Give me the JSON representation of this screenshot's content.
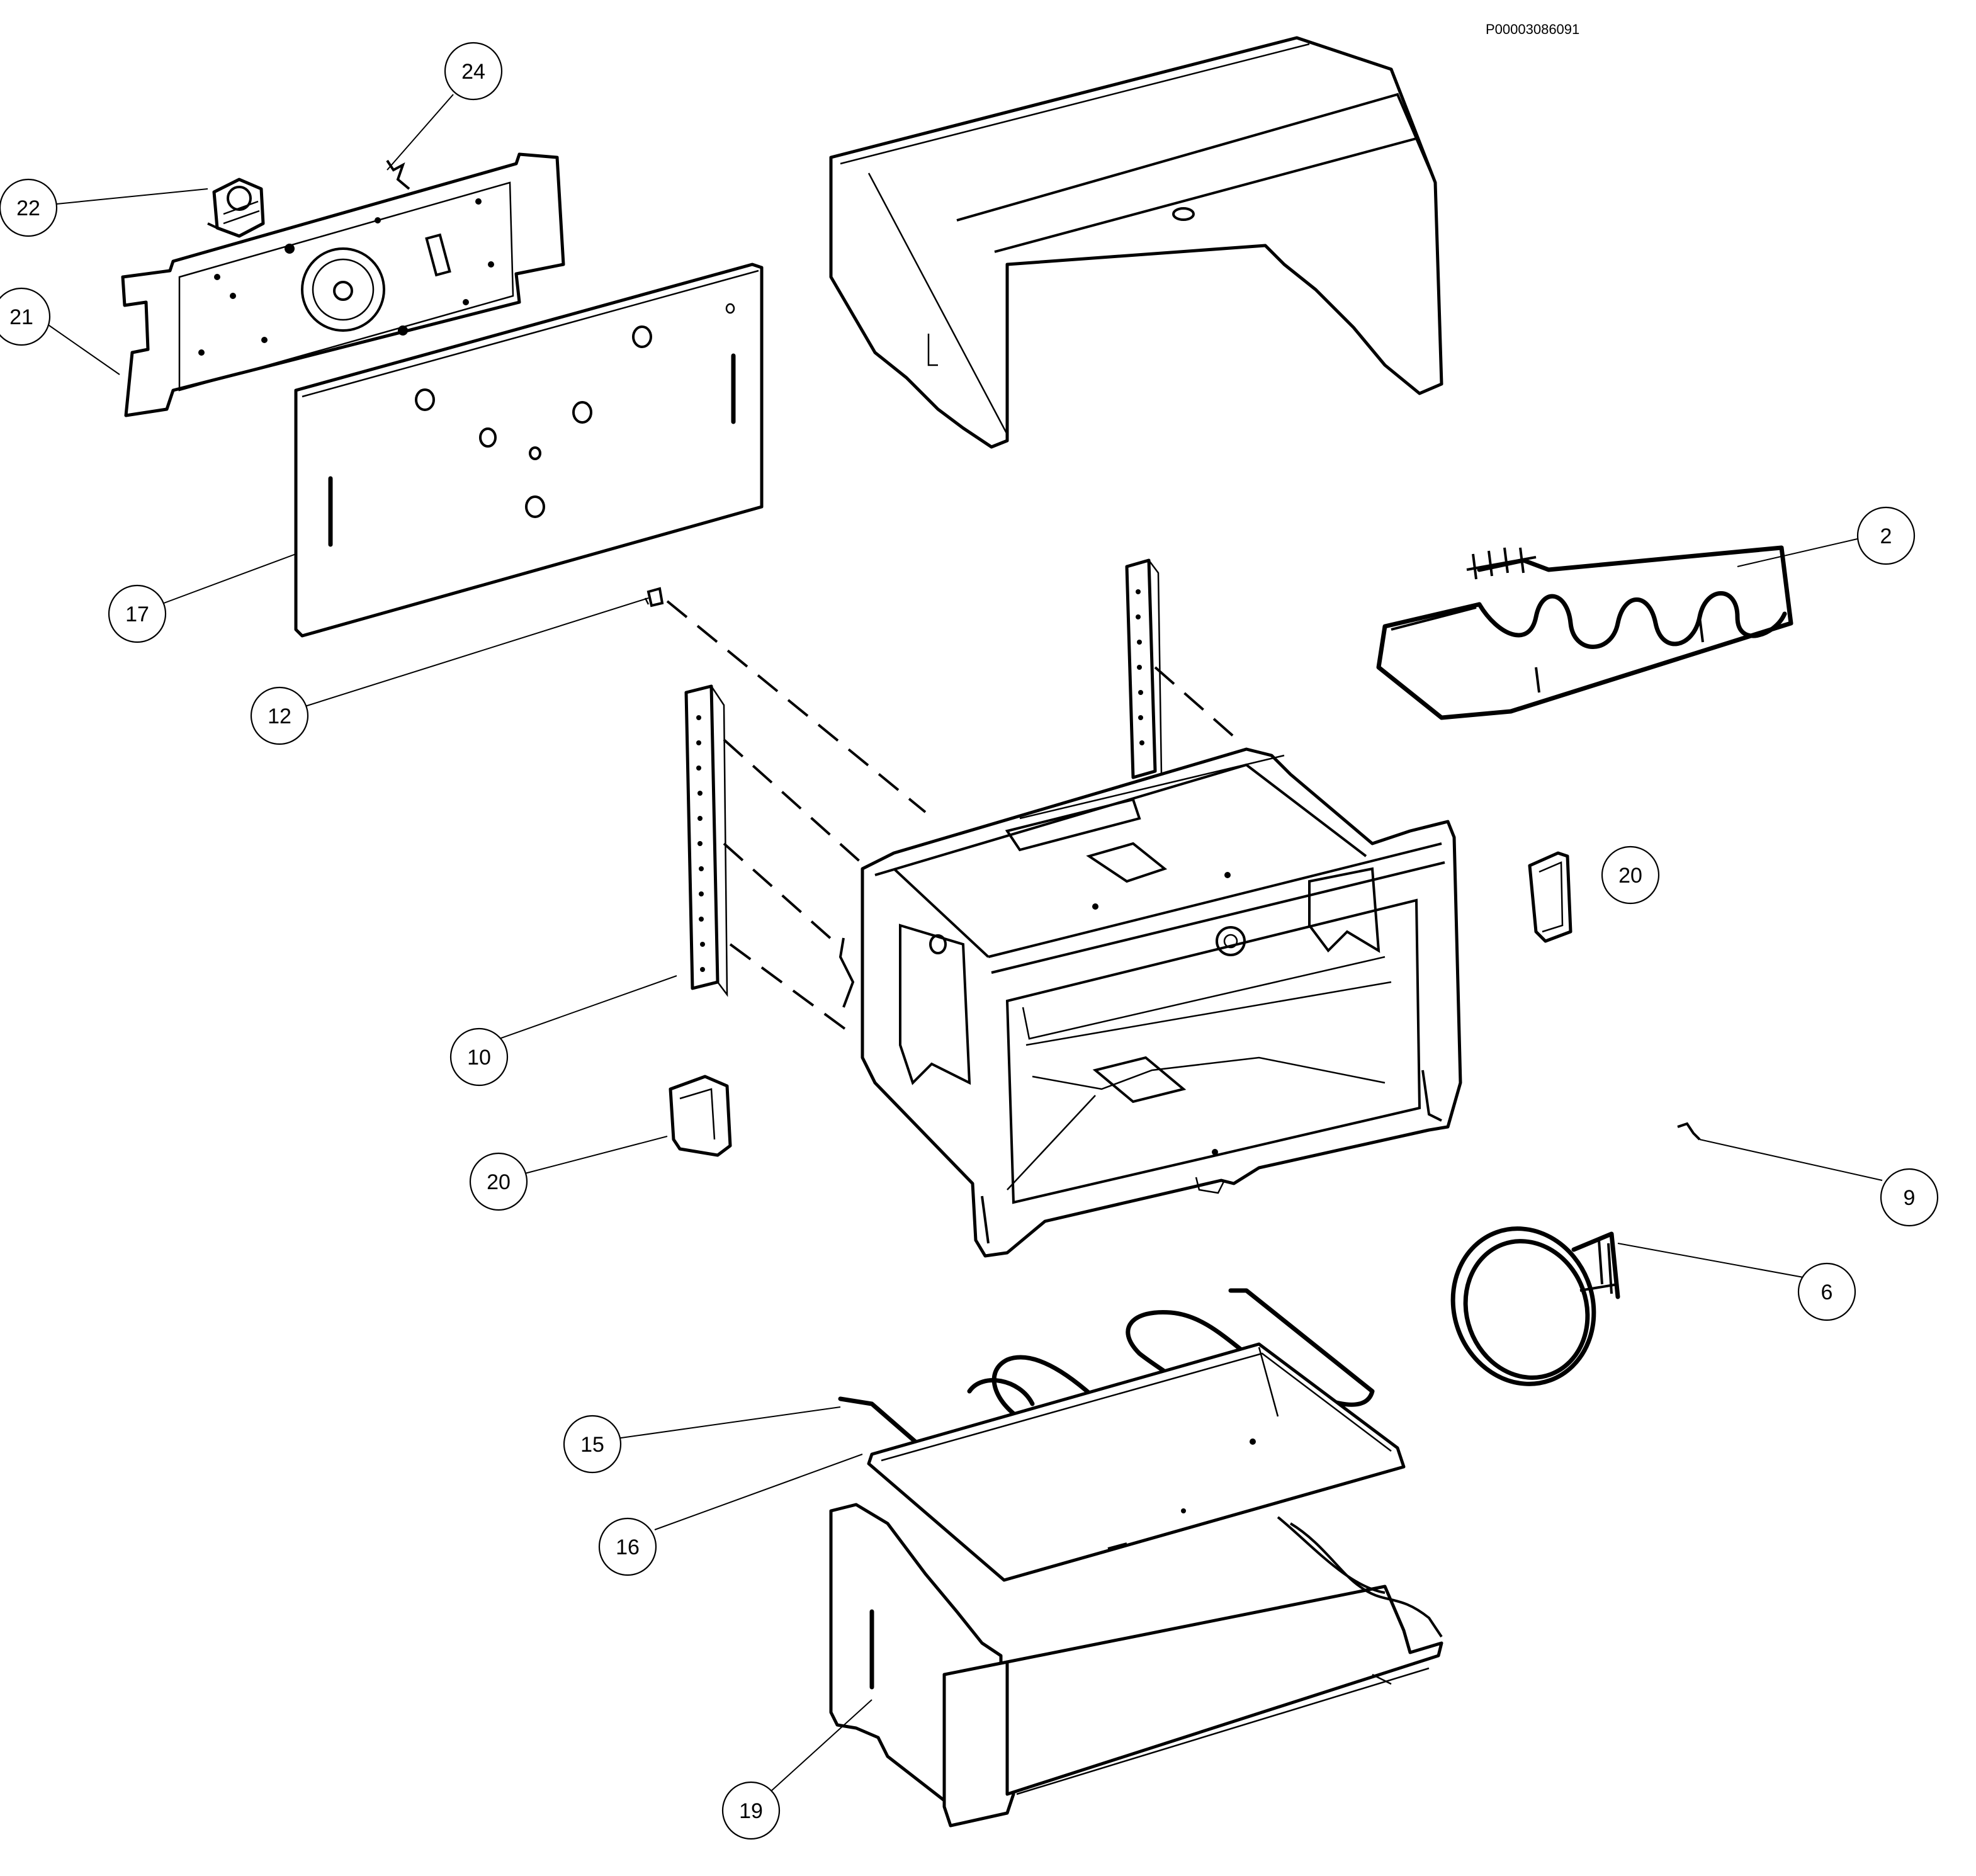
{
  "reference": "P00003086091",
  "callouts": [
    {
      "id": "c24",
      "label": "24"
    },
    {
      "id": "c22",
      "label": "22"
    },
    {
      "id": "c21",
      "label": "21"
    },
    {
      "id": "c17",
      "label": "17"
    },
    {
      "id": "c12",
      "label": "12"
    },
    {
      "id": "c2",
      "label": "2"
    },
    {
      "id": "c20a",
      "label": "20"
    },
    {
      "id": "c10",
      "label": "10"
    },
    {
      "id": "c20b",
      "label": "20"
    },
    {
      "id": "c9",
      "label": "9"
    },
    {
      "id": "c6",
      "label": "6"
    },
    {
      "id": "c15",
      "label": "15"
    },
    {
      "id": "c16",
      "label": "16"
    },
    {
      "id": "c19",
      "label": "19"
    }
  ]
}
